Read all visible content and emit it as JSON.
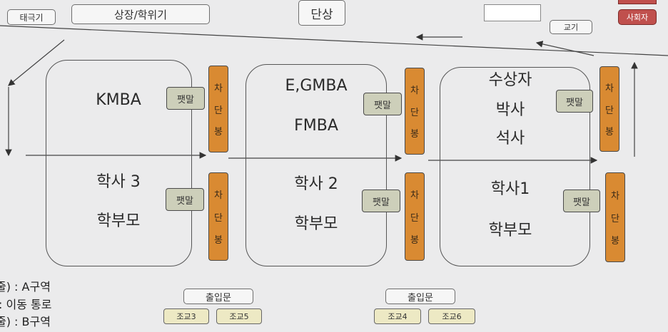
{
  "header": {
    "taegukgi": "태극기",
    "award_stand": "상장/학위기",
    "stage": "단상",
    "faculty": "교기",
    "emcee": "사회자"
  },
  "sections": [
    {
      "upper": [
        "KMBA"
      ],
      "lower": [
        "학사 3",
        "학부모"
      ]
    },
    {
      "upper": [
        "E,GMBA",
        "FMBA"
      ],
      "lower": [
        "학사 2",
        "학부모"
      ]
    },
    {
      "upper": [
        "수상자",
        "박사",
        "석사"
      ],
      "lower": [
        "학사1",
        "학부모"
      ]
    }
  ],
  "flag_label": "팻말",
  "barrier_label": [
    "차",
    "단",
    "봉"
  ],
  "entrances": [
    {
      "label": "출입문",
      "assistants": [
        "조교3",
        "조교5"
      ]
    },
    {
      "label": "출입문",
      "assistants": [
        "조교4",
        "조교6"
      ]
    }
  ],
  "legend": [
    "줄) : A구역",
    ": 이동 통로",
    "줄) : B구역"
  ],
  "colors": {
    "barrier": "#d98a32",
    "flag": "#cdcfba",
    "emcee": "#c0504d",
    "assistant": "#ede9c4"
  }
}
